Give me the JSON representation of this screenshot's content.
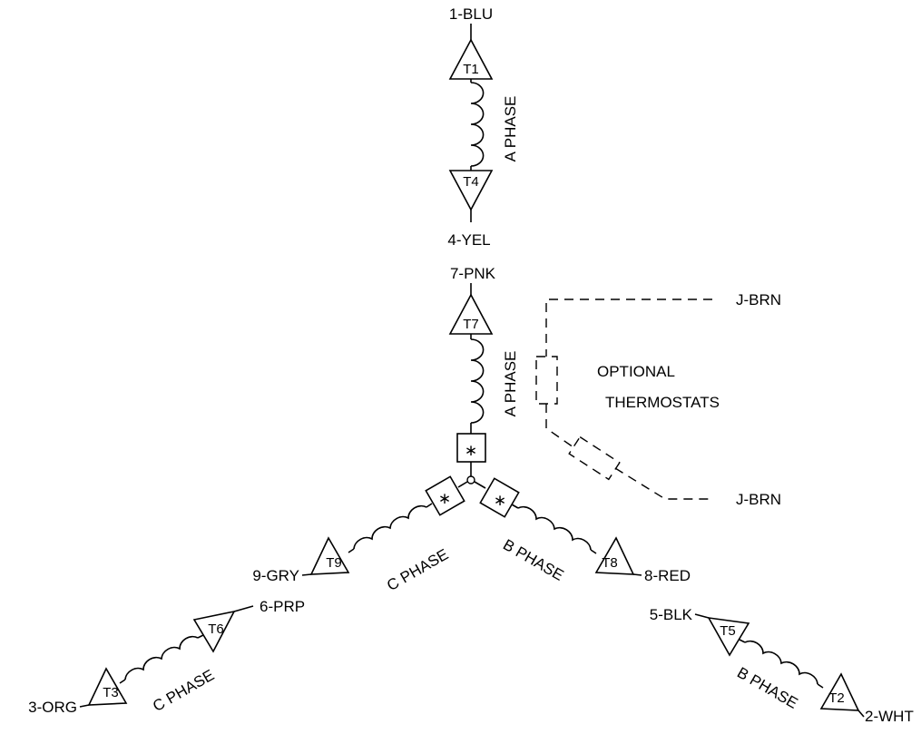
{
  "leads": {
    "l1": "1-BLU",
    "l4": "4-YEL",
    "l7": "7-PNK",
    "l9": "9-GRY",
    "l8": "8-RED",
    "l6": "6-PRP",
    "l5": "5-BLK",
    "l3": "3-ORG",
    "l2": "2-WHT",
    "j_top": "J-BRN",
    "j_bottom": "J-BRN"
  },
  "terminals": {
    "t1": "T1",
    "t4": "T4",
    "t7": "T7",
    "t9": "T9",
    "t8": "T8",
    "t6": "T6",
    "t3": "T3",
    "t5": "T5",
    "t2": "T2"
  },
  "phases": {
    "a_upper": "A PHASE",
    "a_lower": "A PHASE",
    "c_inner": "C PHASE",
    "b_inner": "B PHASE",
    "c_outer": "C PHASE",
    "b_outer": "B PHASE"
  },
  "thermostat": {
    "line1": "OPTIONAL",
    "line2": "THERMOSTATS"
  },
  "star_symbol": "∗"
}
